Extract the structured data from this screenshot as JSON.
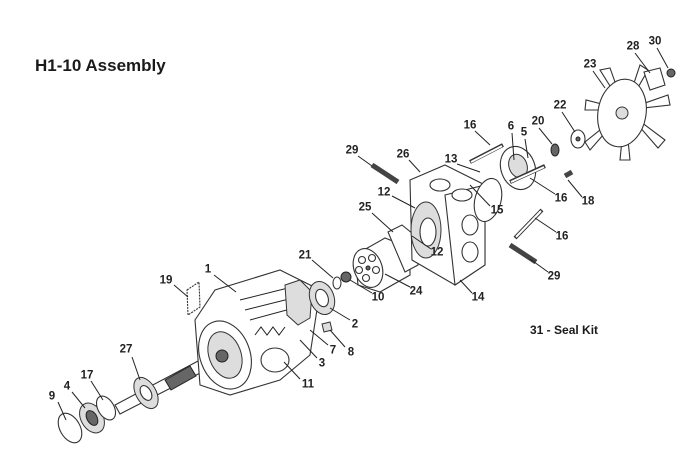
{
  "title": "H1-10 Assembly",
  "seal_kit": "31 - Seal Kit",
  "callouts": {
    "c1": "1",
    "c2": "2",
    "c3": "3",
    "c4": "4",
    "c5": "5",
    "c6": "6",
    "c7": "7",
    "c8": "8",
    "c9": "9",
    "c10": "10",
    "c11": "11",
    "c12a": "12",
    "c12b": "12",
    "c13": "13",
    "c14": "14",
    "c15": "15",
    "c16a": "16",
    "c16b": "16",
    "c16c": "16",
    "c17": "17",
    "c18": "18",
    "c19": "19",
    "c20": "20",
    "c21": "21",
    "c22": "22",
    "c23": "23",
    "c24": "24",
    "c25": "25",
    "c26": "26",
    "c27": "27",
    "c28": "28",
    "c29a": "29",
    "c29b": "29",
    "c30": "30"
  }
}
